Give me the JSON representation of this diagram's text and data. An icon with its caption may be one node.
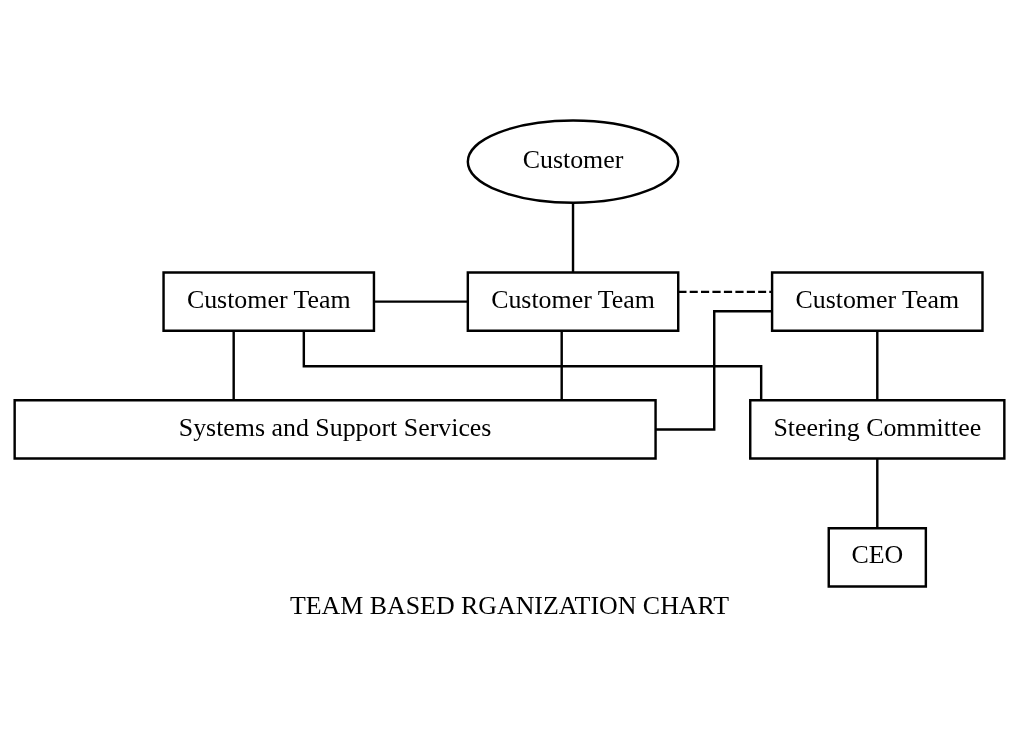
{
  "diagram": {
    "caption": "TEAM BASED RGANIZATION CHART",
    "nodes": [
      {
        "text": [
          "Customer"
        ]
      },
      {
        "text": [
          "Customer Team"
        ]
      },
      {
        "text": [
          "Customer Team"
        ]
      },
      {
        "text": [
          "Customer Team"
        ]
      },
      {
        "text": [
          "Systems and Support Services"
        ]
      },
      {
        "text": [
          "Steering Committee"
        ]
      },
      {
        "text": [
          "CEO"
        ]
      }
    ],
    "edges": [
      {
        "from": 0,
        "to": 2,
        "arrow": "none"
      },
      {
        "from": 1,
        "to": 2,
        "arrow": "none"
      },
      {
        "from": 2,
        "to": 3,
        "arrow": "none",
        "style": "dashed"
      },
      {
        "from": 1,
        "to": 4,
        "arrow": "none"
      },
      {
        "from": 2,
        "to": 4,
        "arrow": "none"
      },
      {
        "from": 3,
        "to": 4,
        "arrow": "none"
      },
      {
        "from": 1,
        "to": 5,
        "arrow": "none"
      },
      {
        "from": 3,
        "to": 5,
        "arrow": "none"
      },
      {
        "from": 5,
        "to": 6,
        "arrow": "none"
      }
    ]
  }
}
